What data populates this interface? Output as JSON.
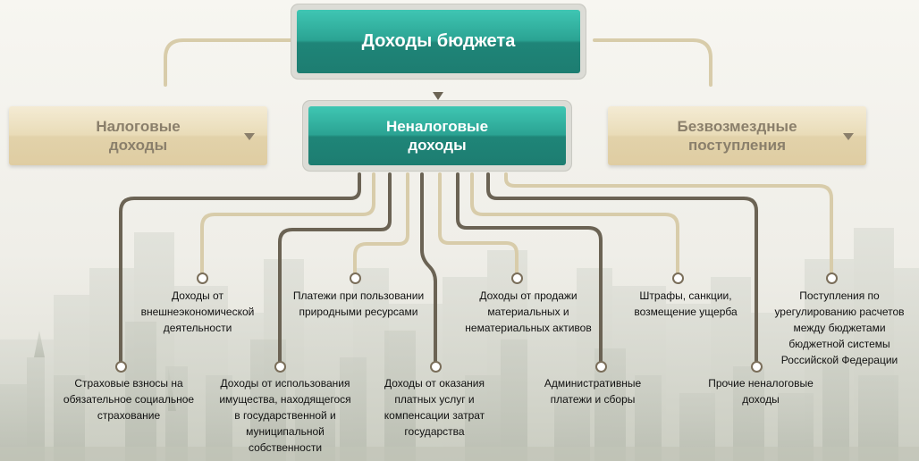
{
  "main": {
    "title": "Доходы бюджета",
    "left": [
      "Налоговые",
      "доходы"
    ],
    "center": [
      "Неналоговые",
      "доходы"
    ],
    "right": [
      "Безвозмездные",
      "поступления"
    ]
  },
  "items": [
    [
      "Доходы от",
      "внешнеэкономической",
      "деятельности"
    ],
    [
      "Платежи при пользовании",
      "природными ресурсами"
    ],
    [
      "Доходы от продажи",
      "материальных и",
      "нематериальных активов"
    ],
    [
      "Штрафы, санкции,",
      "возмещение ущерба"
    ],
    [
      "Поступления по",
      "урегулированию расчетов",
      "между бюджетами",
      "бюджетной системы",
      "Российской Федерации"
    ],
    [
      "Страховые взносы на",
      "обязательное социальное",
      "страхование"
    ],
    [
      "Доходы от использования",
      "имущества, находящегося",
      "в государственной и",
      "муниципальной",
      "собственности"
    ],
    [
      "Доходы от оказания",
      "платных услуг и",
      "компенсации затрат",
      "государства"
    ],
    [
      "Административные",
      "платежи и сборы"
    ],
    [
      "Прочие неналоговые",
      "доходы"
    ]
  ],
  "colors": {
    "teal": "#2ba393",
    "beige": "#e9dcb8",
    "line_dark": "#6b6354",
    "line_light": "#d8ccaa"
  },
  "icons": [
    "dropdown-arrow-icon",
    "down-arrow-icon"
  ]
}
